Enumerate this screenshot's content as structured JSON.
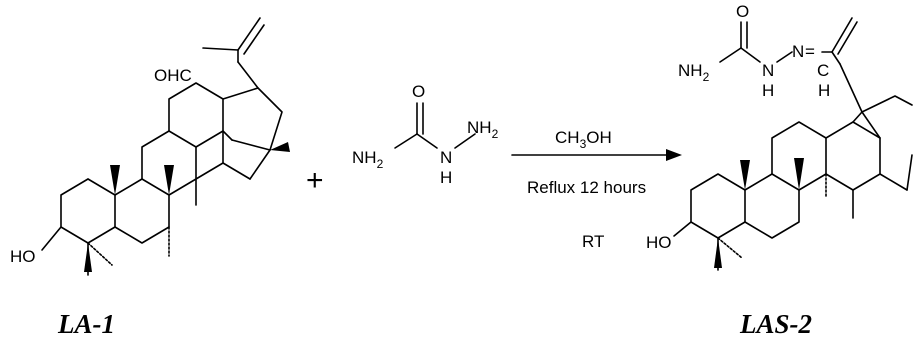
{
  "reactant": {
    "caption": "LA-1",
    "labels": {
      "aldehyde": "OHC",
      "hydroxyl": "HO"
    }
  },
  "plus_sign": "+",
  "reagent": {
    "o": "O",
    "nh2_left": "NH",
    "nh2_left_sub": "2",
    "n": "N",
    "h": "H",
    "nh2_right": "NH",
    "nh2_right_sub": "2"
  },
  "conditions": {
    "solvent_pre": "CH",
    "solvent_sub": "3",
    "solvent_post": "OH",
    "reflux": "Reflux 12 hours",
    "temperature": "RT"
  },
  "product": {
    "caption": "LAS-2",
    "labels": {
      "o": "O",
      "nh2": "NH",
      "nh2_sub": "2",
      "n1": "N",
      "h1": "H",
      "n2": "N",
      "eq": "=",
      "c": "C",
      "h2": "H",
      "hydroxyl": "HO"
    }
  }
}
